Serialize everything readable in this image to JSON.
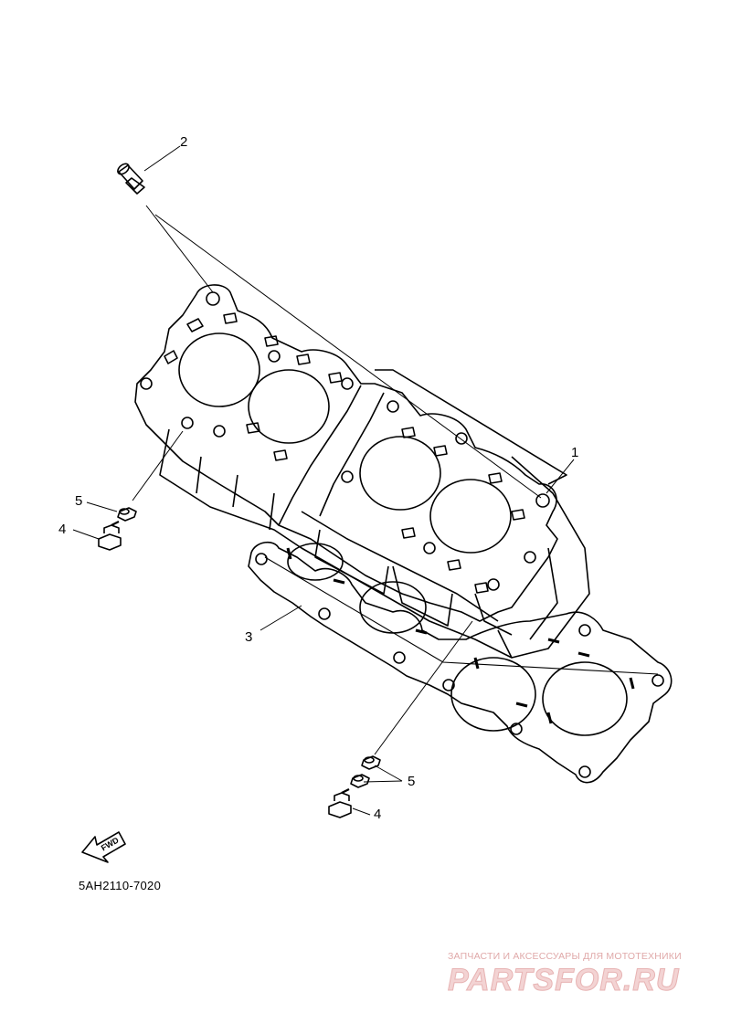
{
  "callouts": [
    {
      "id": "1",
      "label": "1"
    },
    {
      "id": "2",
      "label": "2"
    },
    {
      "id": "3",
      "label": "3"
    },
    {
      "id": "4a",
      "label": "4"
    },
    {
      "id": "5a",
      "label": "5"
    },
    {
      "id": "4b",
      "label": "4"
    },
    {
      "id": "5b",
      "label": "5"
    }
  ],
  "direction_arrow": {
    "label": "FWD"
  },
  "diagram_code": "5AH2110-7020",
  "watermark": {
    "tagline": "ЗАПЧАСТИ И АКСЕССУАРЫ ДЛЯ МОТОТЕХНИКИ",
    "logo": "PARTSFOR.RU"
  },
  "colors": {
    "line": "#000000",
    "watermark": "#e0a9a9"
  }
}
